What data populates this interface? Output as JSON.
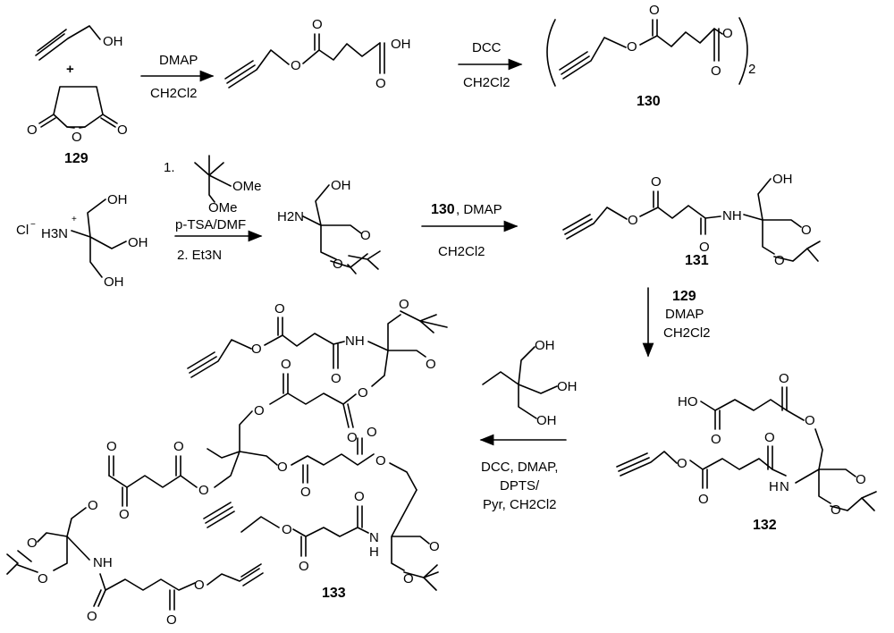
{
  "atoms": {
    "OH": "OH",
    "O": "O",
    "HO": "HO",
    "NH": "NH",
    "N": "N",
    "H": "H",
    "H3N": "H3N",
    "H2N": "H2N",
    "OMe": "OMe",
    "Cl": "Cl",
    "plus_charge": "+",
    "minus_charge": "−",
    "plus_sign": "+"
  },
  "compounds": {
    "c129": "129",
    "c130": "130",
    "c131": "131",
    "c132": "132",
    "c133": "133",
    "dimer_subscript": "2"
  },
  "reagents": {
    "step1_top": "DMAP",
    "step1_bottom": "CH2Cl2",
    "step2_top": "DCC",
    "step2_bottom": "CH2Cl2",
    "step3_line1": "1.",
    "step3_line2": "p-TSA/DMF",
    "step3_line3": "2.  Et3N",
    "step4_top_compound": "130",
    "step4_top_rest": ", DMAP",
    "step4_bottom": "CH2Cl2",
    "step5_compound": "129",
    "step5_line2": "DMAP",
    "step5_line3": "CH2Cl2",
    "step6_line1": "DCC, DMAP,",
    "step6_line2": "DPTS/",
    "step6_line3": "Pyr, CH2Cl2"
  }
}
